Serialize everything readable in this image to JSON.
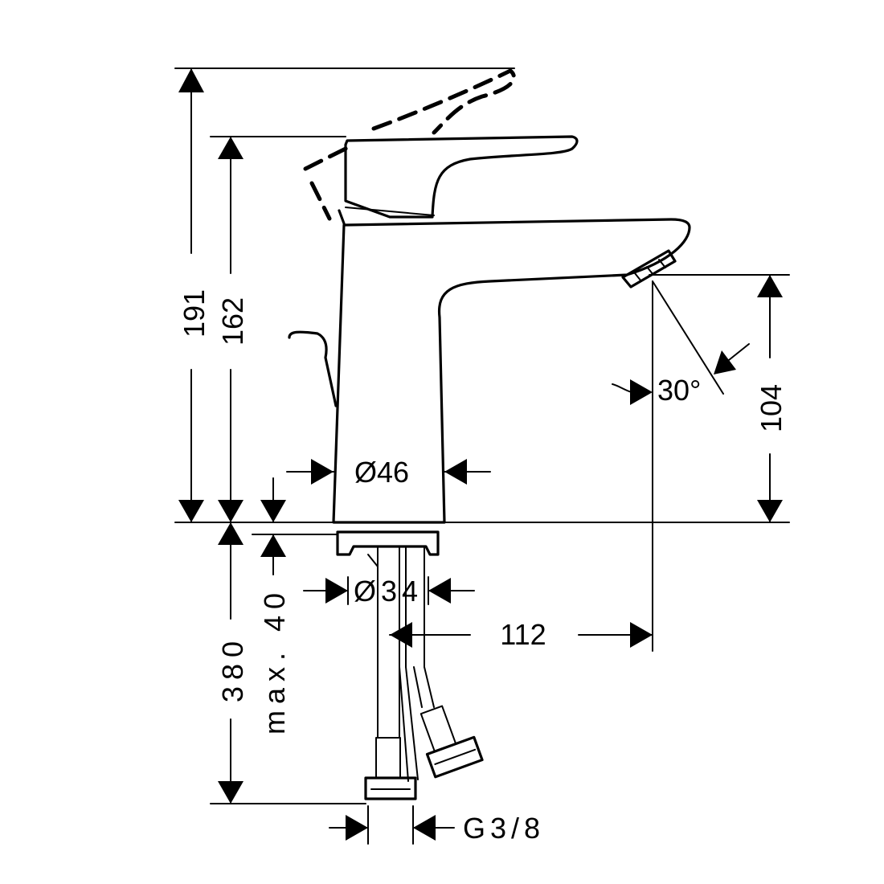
{
  "dimensions": {
    "height_lever_open": "191",
    "height_total": "162",
    "spout_height": "104",
    "body_diameter": "Ø46",
    "spray_angle": "30°",
    "base_diameter": "Ø34",
    "projection": "112",
    "hose_length": "380",
    "max_thickness": "max. 40",
    "thread": "G3/8"
  },
  "colors": {
    "line": "#000000",
    "background": "#ffffff"
  }
}
